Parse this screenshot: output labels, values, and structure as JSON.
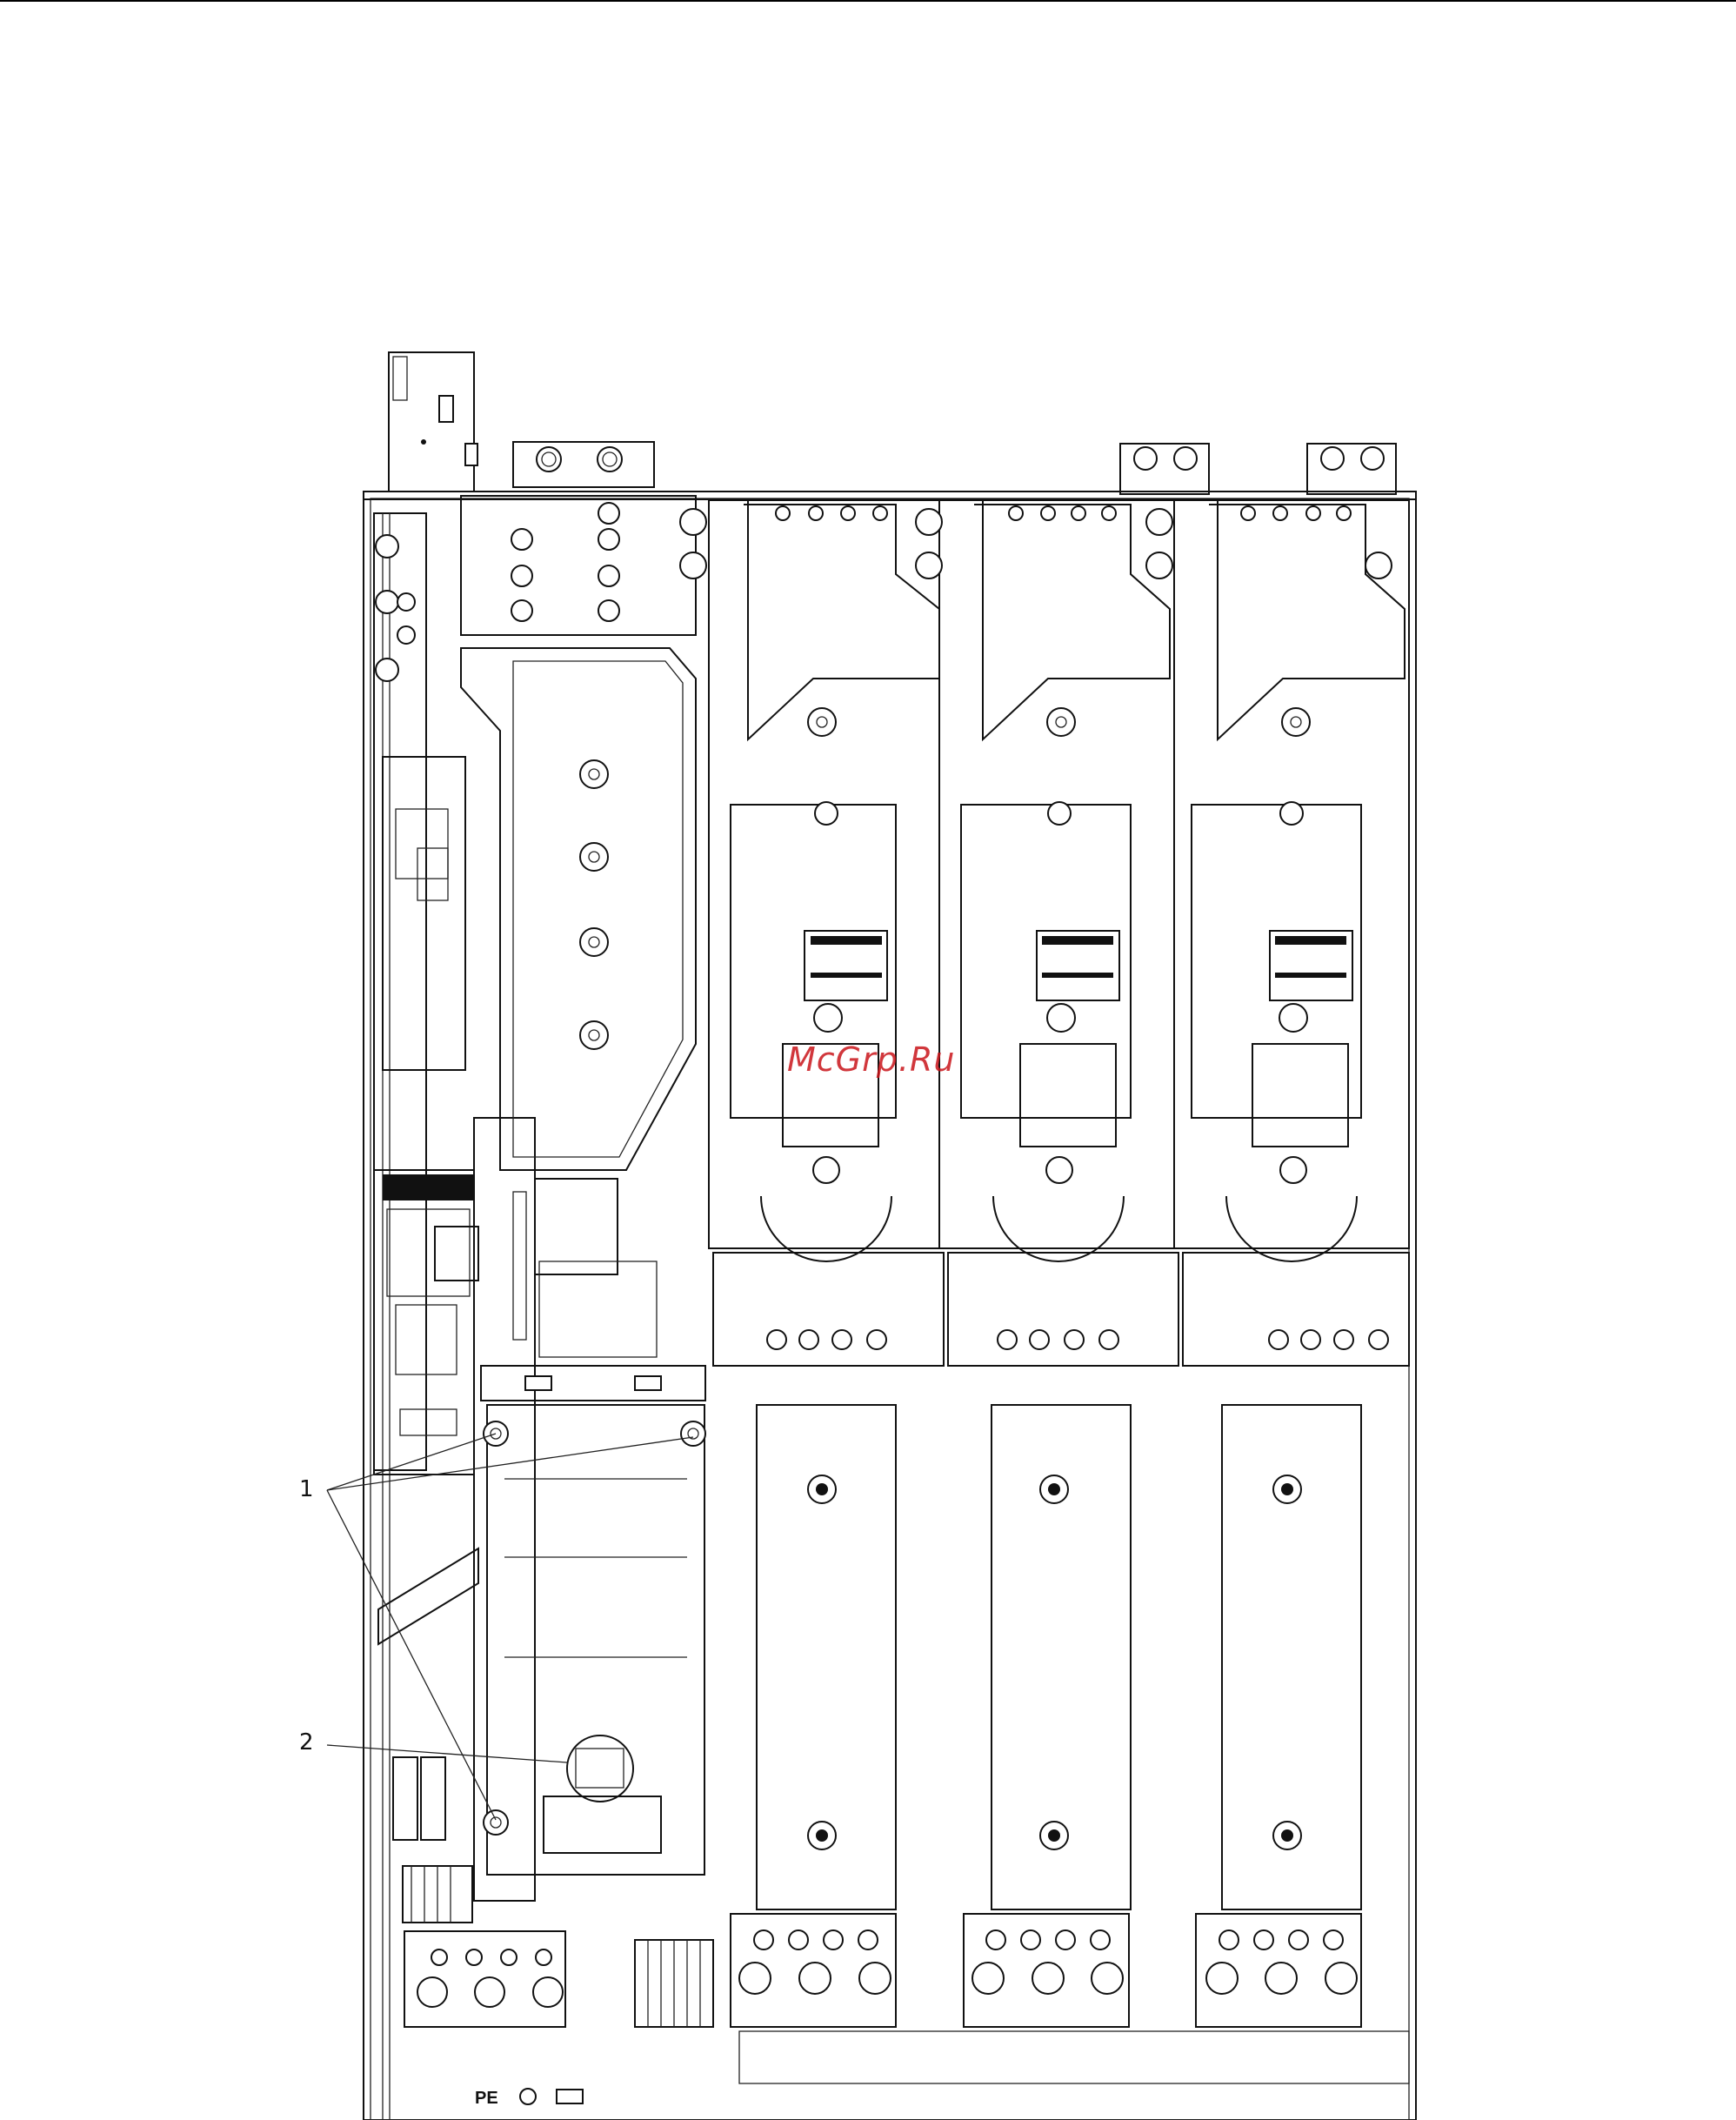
{
  "callouts": {
    "label_1": "1",
    "label_2": "2",
    "terminal_pe": "PE"
  },
  "watermark": "McGrp.Ru",
  "colors": {
    "line": "#111111",
    "background": "#ffffff",
    "watermark": "#c9151b"
  }
}
